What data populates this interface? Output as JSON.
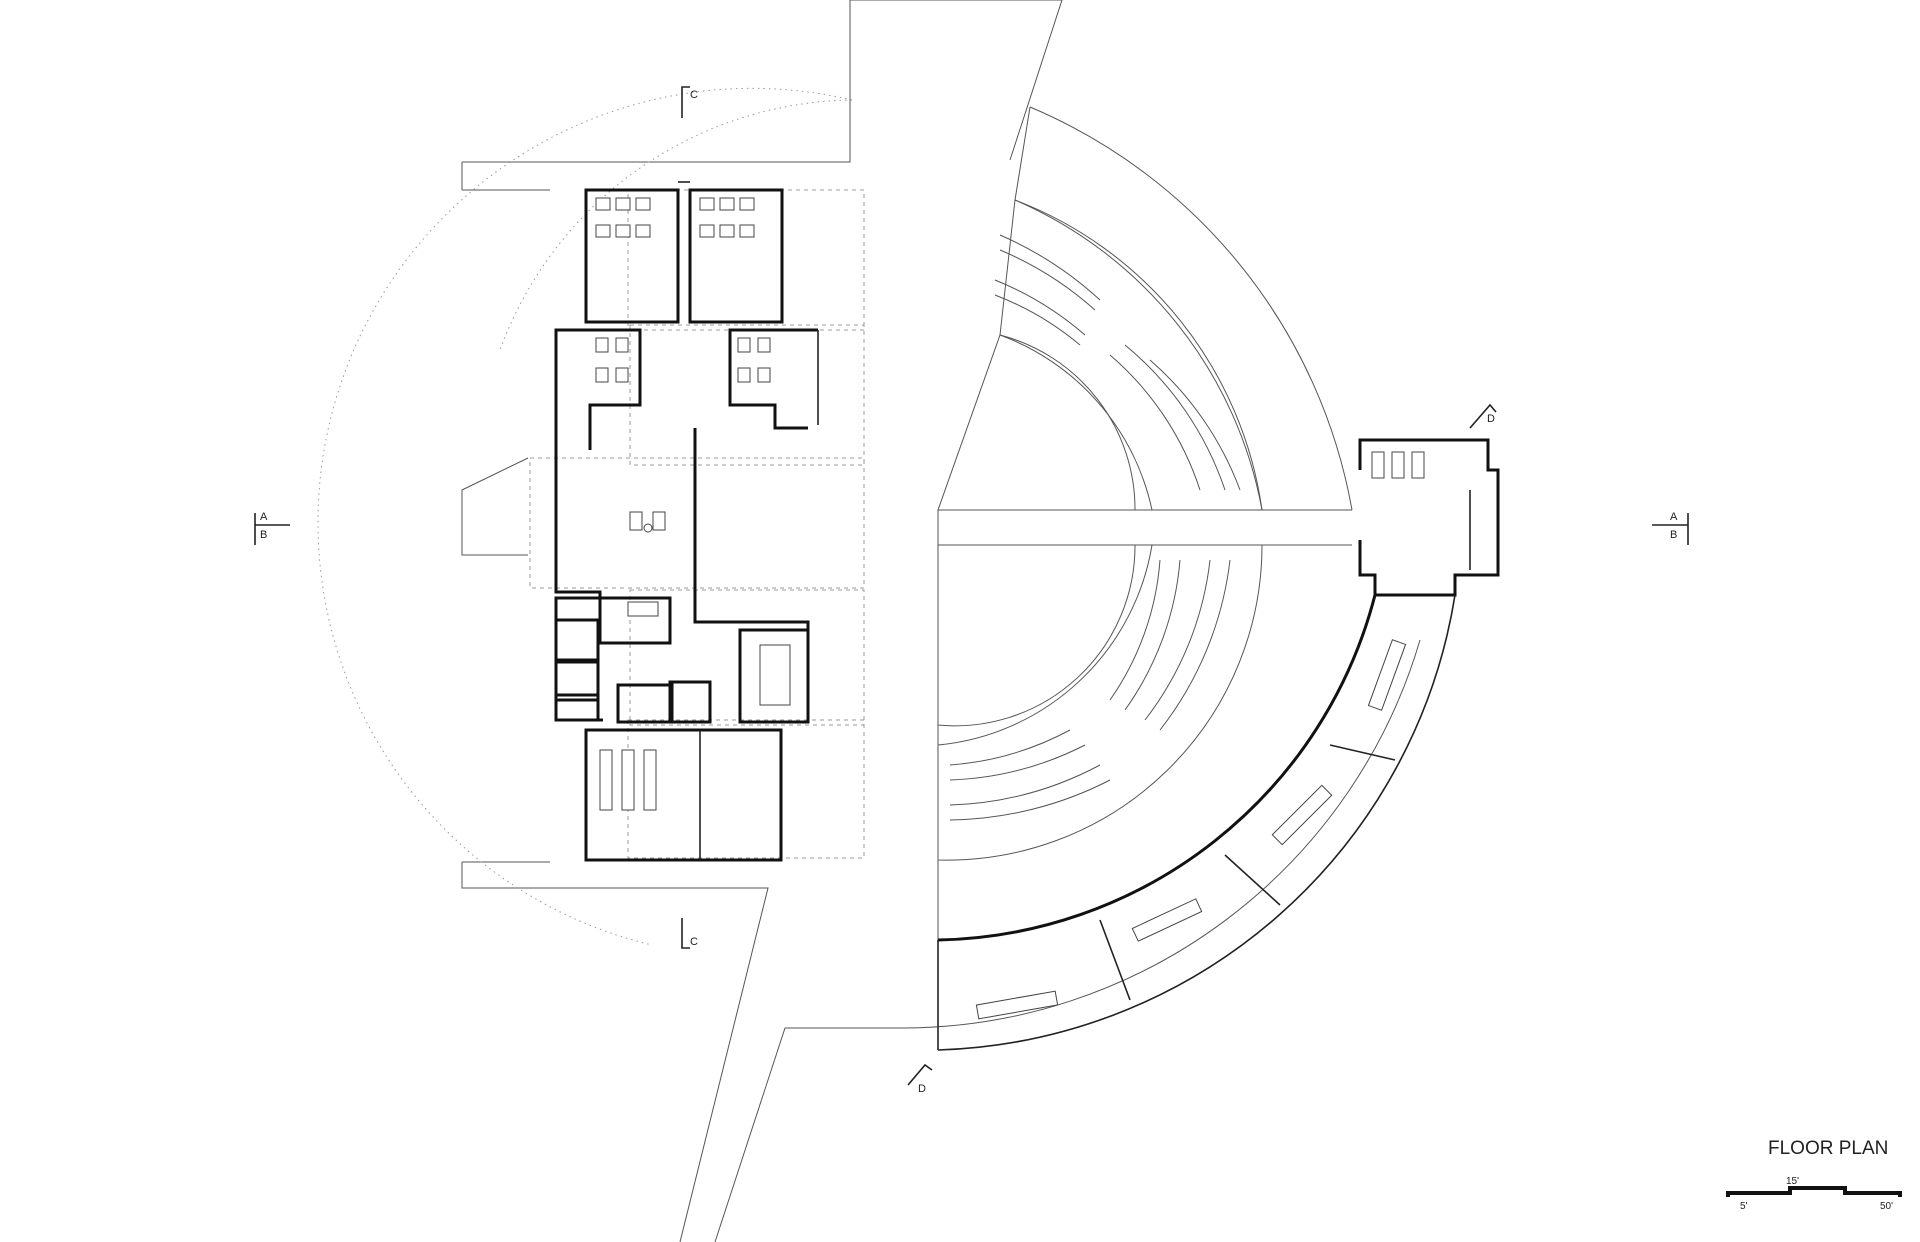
{
  "title": "FLOOR PLAN",
  "scale": {
    "left": "5'",
    "middle": "15'",
    "right": "50'"
  },
  "section_markers": {
    "a": "A",
    "b": "B",
    "c": "C",
    "d": "D"
  }
}
